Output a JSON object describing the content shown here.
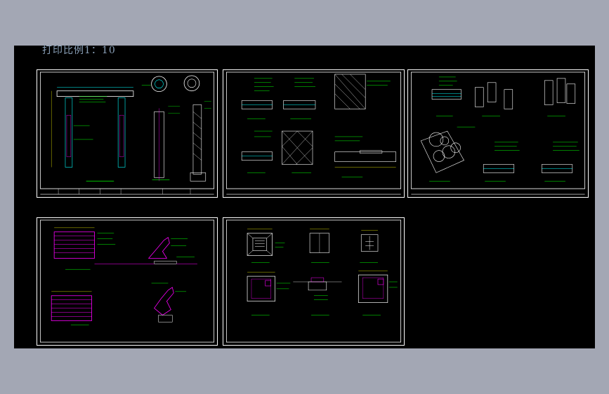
{
  "drawing": {
    "scale_label": "打印比例1：10"
  },
  "colors": {
    "background_outer": "#a3a7b4",
    "model_space": "#000000",
    "frame": "#ffffff",
    "annotation": "#00ff00",
    "geometry": "#00ffff",
    "detail": "#ff00ff",
    "dimension": "#ffff00"
  },
  "sheets": [
    {
      "id": "sheet-1",
      "content": "pergola-column-details"
    },
    {
      "id": "sheet-2",
      "content": "paving-section-details"
    },
    {
      "id": "sheet-3",
      "content": "stepping-stone-and-planter-details"
    },
    {
      "id": "sheet-4",
      "content": "bench-details"
    },
    {
      "id": "sheet-5",
      "content": "pit-and-drain-details"
    }
  ]
}
